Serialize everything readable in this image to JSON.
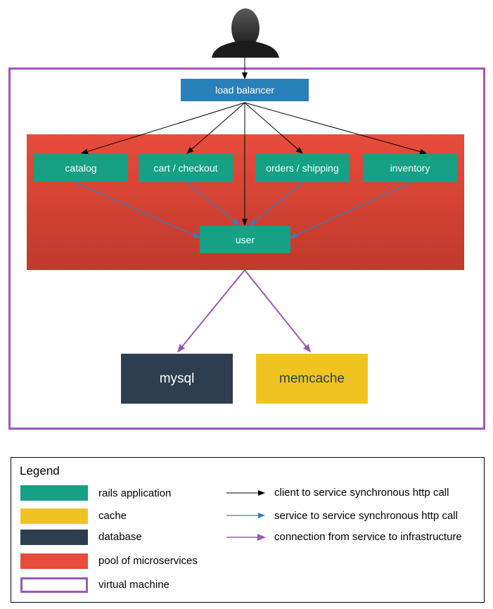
{
  "nodes": {
    "load_balancer": "load balancer",
    "catalog": "catalog",
    "cart": "cart / checkout",
    "orders": "orders / shipping",
    "inventory": "inventory",
    "user": "user",
    "mysql": "mysql",
    "memcache": "memcache"
  },
  "legend": {
    "title": "Legend",
    "items": [
      {
        "label": "rails application",
        "color": "#16a085"
      },
      {
        "label": "cache",
        "color": "#f0c420"
      },
      {
        "label": "database",
        "color": "#2c3e50"
      },
      {
        "label": "pool of microservices",
        "color": "#e74c3c"
      },
      {
        "label": "virtual machine",
        "color": "#9b59b6"
      }
    ],
    "arrows": [
      {
        "label": "client to service synchronous http call",
        "color": "#000000"
      },
      {
        "label": "service to service synchronous http call",
        "color": "#2f7fc1"
      },
      {
        "label": "connection from service to infrastructure",
        "color": "#9b59b6"
      }
    ]
  }
}
